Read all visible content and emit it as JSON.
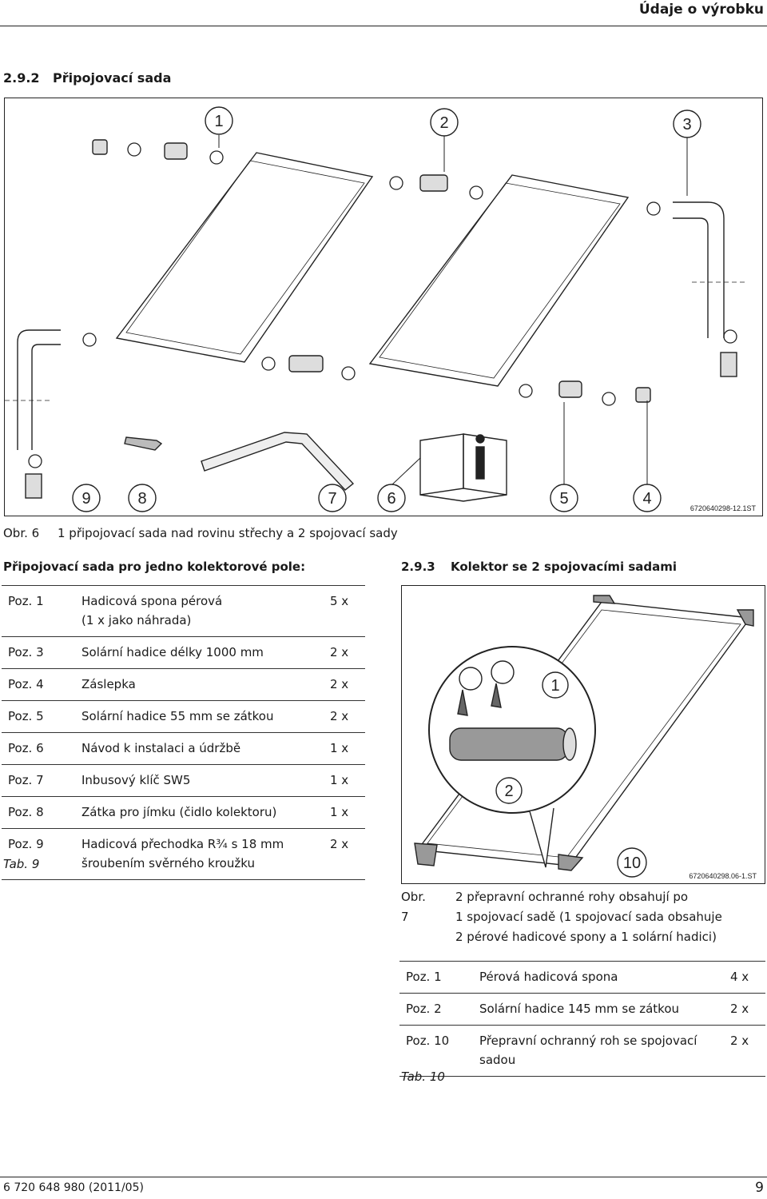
{
  "header": {
    "section_title": "Údaje o výrobku"
  },
  "section_292": {
    "number": "2.9.2",
    "title": "Připojovací sada"
  },
  "figure6": {
    "callouts": [
      "1",
      "2",
      "3",
      "4",
      "5",
      "6",
      "7",
      "8",
      "9"
    ],
    "info_icon": "info-book-icon",
    "code": "6720640298-12.1ST",
    "caption_label": "Obr. 6",
    "caption_text": "1 připojovací sada nad rovinu střechy a 2 spojovací sady"
  },
  "table9": {
    "heading": "Připojovací sada pro jedno kolektorové pole:",
    "rows": [
      {
        "pos": "Poz. 1",
        "desc": "Hadicová spona pérová",
        "desc2": "(1 x jako náhrada)",
        "qty": "5 x"
      },
      {
        "pos": "Poz. 3",
        "desc": "Solární hadice délky 1000 mm",
        "desc2": "",
        "qty": "2 x"
      },
      {
        "pos": "Poz. 4",
        "desc": "Záslepka",
        "desc2": "",
        "qty": "2 x"
      },
      {
        "pos": "Poz. 5",
        "desc": "Solární hadice 55 mm se zátkou",
        "desc2": "",
        "qty": "2 x"
      },
      {
        "pos": "Poz. 6",
        "desc": "Návod k instalaci a údržbě",
        "desc2": "",
        "qty": "1 x"
      },
      {
        "pos": "Poz. 7",
        "desc": "Inbusový klíč SW5",
        "desc2": "",
        "qty": "1 x"
      },
      {
        "pos": "Poz. 8",
        "desc": "Zátka pro jímku (čidlo kolektoru)",
        "desc2": "",
        "qty": "1 x"
      },
      {
        "pos": "Poz. 9",
        "desc": "Hadicová přechodka R¾ s 18 mm",
        "desc2": "šroubením svěrného kroužku",
        "qty": "2 x"
      }
    ],
    "caption": "Tab. 9"
  },
  "section_293": {
    "number": "2.9.3",
    "title": "Kolektor se 2 spojovacími sadami"
  },
  "figure7": {
    "callouts": [
      "1",
      "2",
      "10"
    ],
    "code": "6720640298.06-1.ST",
    "caption_label": "Obr. 7",
    "caption_lines": [
      "2 přepravní ochranné rohy obsahují po",
      "1 spojovací sadě (1 spojovací sada obsahuje",
      "2 pérové hadicové spony a 1 solární hadici)"
    ]
  },
  "table10": {
    "rows": [
      {
        "pos": "Poz. 1",
        "desc": "Pérová hadicová spona",
        "desc2": "",
        "qty": "4 x"
      },
      {
        "pos": "Poz. 2",
        "desc": "Solární hadice 145 mm se zátkou",
        "desc2": "",
        "qty": "2 x"
      },
      {
        "pos": "Poz. 10",
        "desc": "Přepravní ochranný roh se spojovací",
        "desc2": "sadou",
        "qty": "2 x"
      }
    ],
    "caption": "Tab. 10"
  },
  "footer": {
    "doc_number": "6 720 648 980 (2011/05)",
    "page": "9"
  }
}
